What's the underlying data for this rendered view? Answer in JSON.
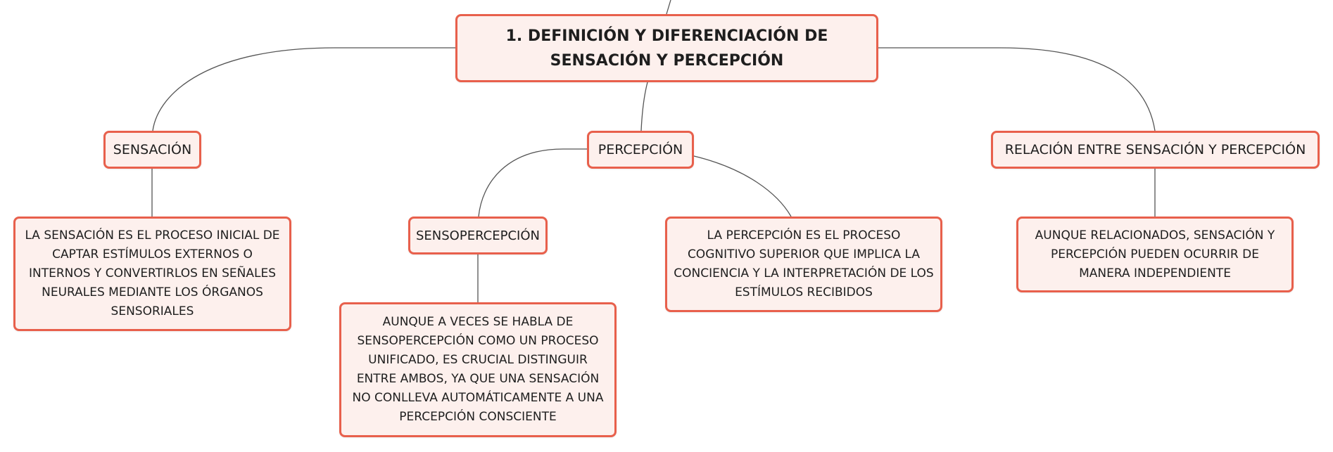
{
  "root": {
    "label": "1. DEFINICIÓN Y DIFERENCIACIÓN DE SENSACIÓN Y PERCEPCIÓN"
  },
  "topics": {
    "sensacion": "SENSACIÓN",
    "percepcion": "PERCEPCIÓN",
    "relacion": "RELACIÓN ENTRE SENSACIÓN Y PERCEPCIÓN",
    "sensopercepcion": "SENSOPERCEPCIÓN"
  },
  "details": {
    "sensacion": "LA SENSACIÓN ES EL PROCESO INICIAL DE CAPTAR ESTÍMULOS EXTERNOS O INTERNOS Y CONVERTIRLOS EN SEÑALES NEURALES MEDIANTE LOS ÓRGANOS SENSORIALES",
    "percepcion": "LA PERCEPCIÓN ES EL PROCESO COGNITIVO SUPERIOR QUE IMPLICA LA CONCIENCIA Y LA INTERPRETACIÓN DE LOS ESTÍMULOS RECIBIDOS",
    "relacion": "AUNQUE RELACIONADOS, SENSACIÓN Y PERCEPCIÓN PUEDEN OCURRIR DE MANERA INDEPENDIENTE",
    "sensopercepcion": "AUNQUE A VECES SE HABLA DE SENSOPERCEPCIÓN COMO UN PROCESO UNIFICADO, ES CRUCIAL DISTINGUIR ENTRE AMBOS, YA QUE UNA SENSACIÓN NO CONLLEVA AUTOMÁTICAMENTE A UNA PERCEPCIÓN CONSCIENTE"
  },
  "colors": {
    "node_border": "#e8604c",
    "node_fill": "#fdf0ed",
    "connector": "#555555",
    "text": "#1e1e1e"
  }
}
